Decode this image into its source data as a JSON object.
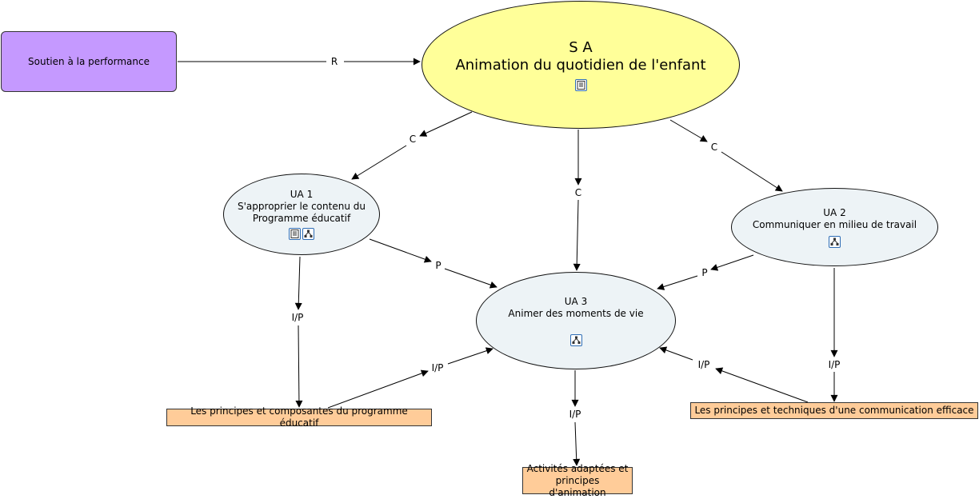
{
  "nodes": {
    "soutien": "Soutien à la performance",
    "sa": {
      "line1": "S A",
      "line2": "Animation du quotidien de l'enfant"
    },
    "ua1": {
      "line1": "UA 1",
      "line2": "S'approprier le contenu du",
      "line3": "Programme éducatif"
    },
    "ua2": {
      "line1": "UA 2",
      "line2": "Communiquer en milieu de travail"
    },
    "ua3": {
      "line1": "UA 3",
      "line2": "Animer des moments de vie"
    },
    "res1": "Les principes et composantes du programme éducatif",
    "res2": "Les principes et techniques d'une communication efficace",
    "res3": {
      "line1": "Activités adaptées et",
      "line2": "principes d'animation"
    }
  },
  "links": {
    "r": "R",
    "c_left": "C",
    "c_center": "C",
    "c_right": "C",
    "p_left": "P",
    "p_right": "P",
    "ip_ua1_down": "I/P",
    "ip_res1_up": "I/P",
    "ip_ua3_down": "I/P",
    "ip_res2_up": "I/P",
    "ip_ua2_down": "I/P"
  },
  "icons": [
    "document-icon",
    "concept-map-icon"
  ],
  "colors": {
    "main_node": "#ffff99",
    "ua_node": "#edf3f6",
    "purple_node": "#c599ff",
    "orange_node": "#ffcc99"
  }
}
